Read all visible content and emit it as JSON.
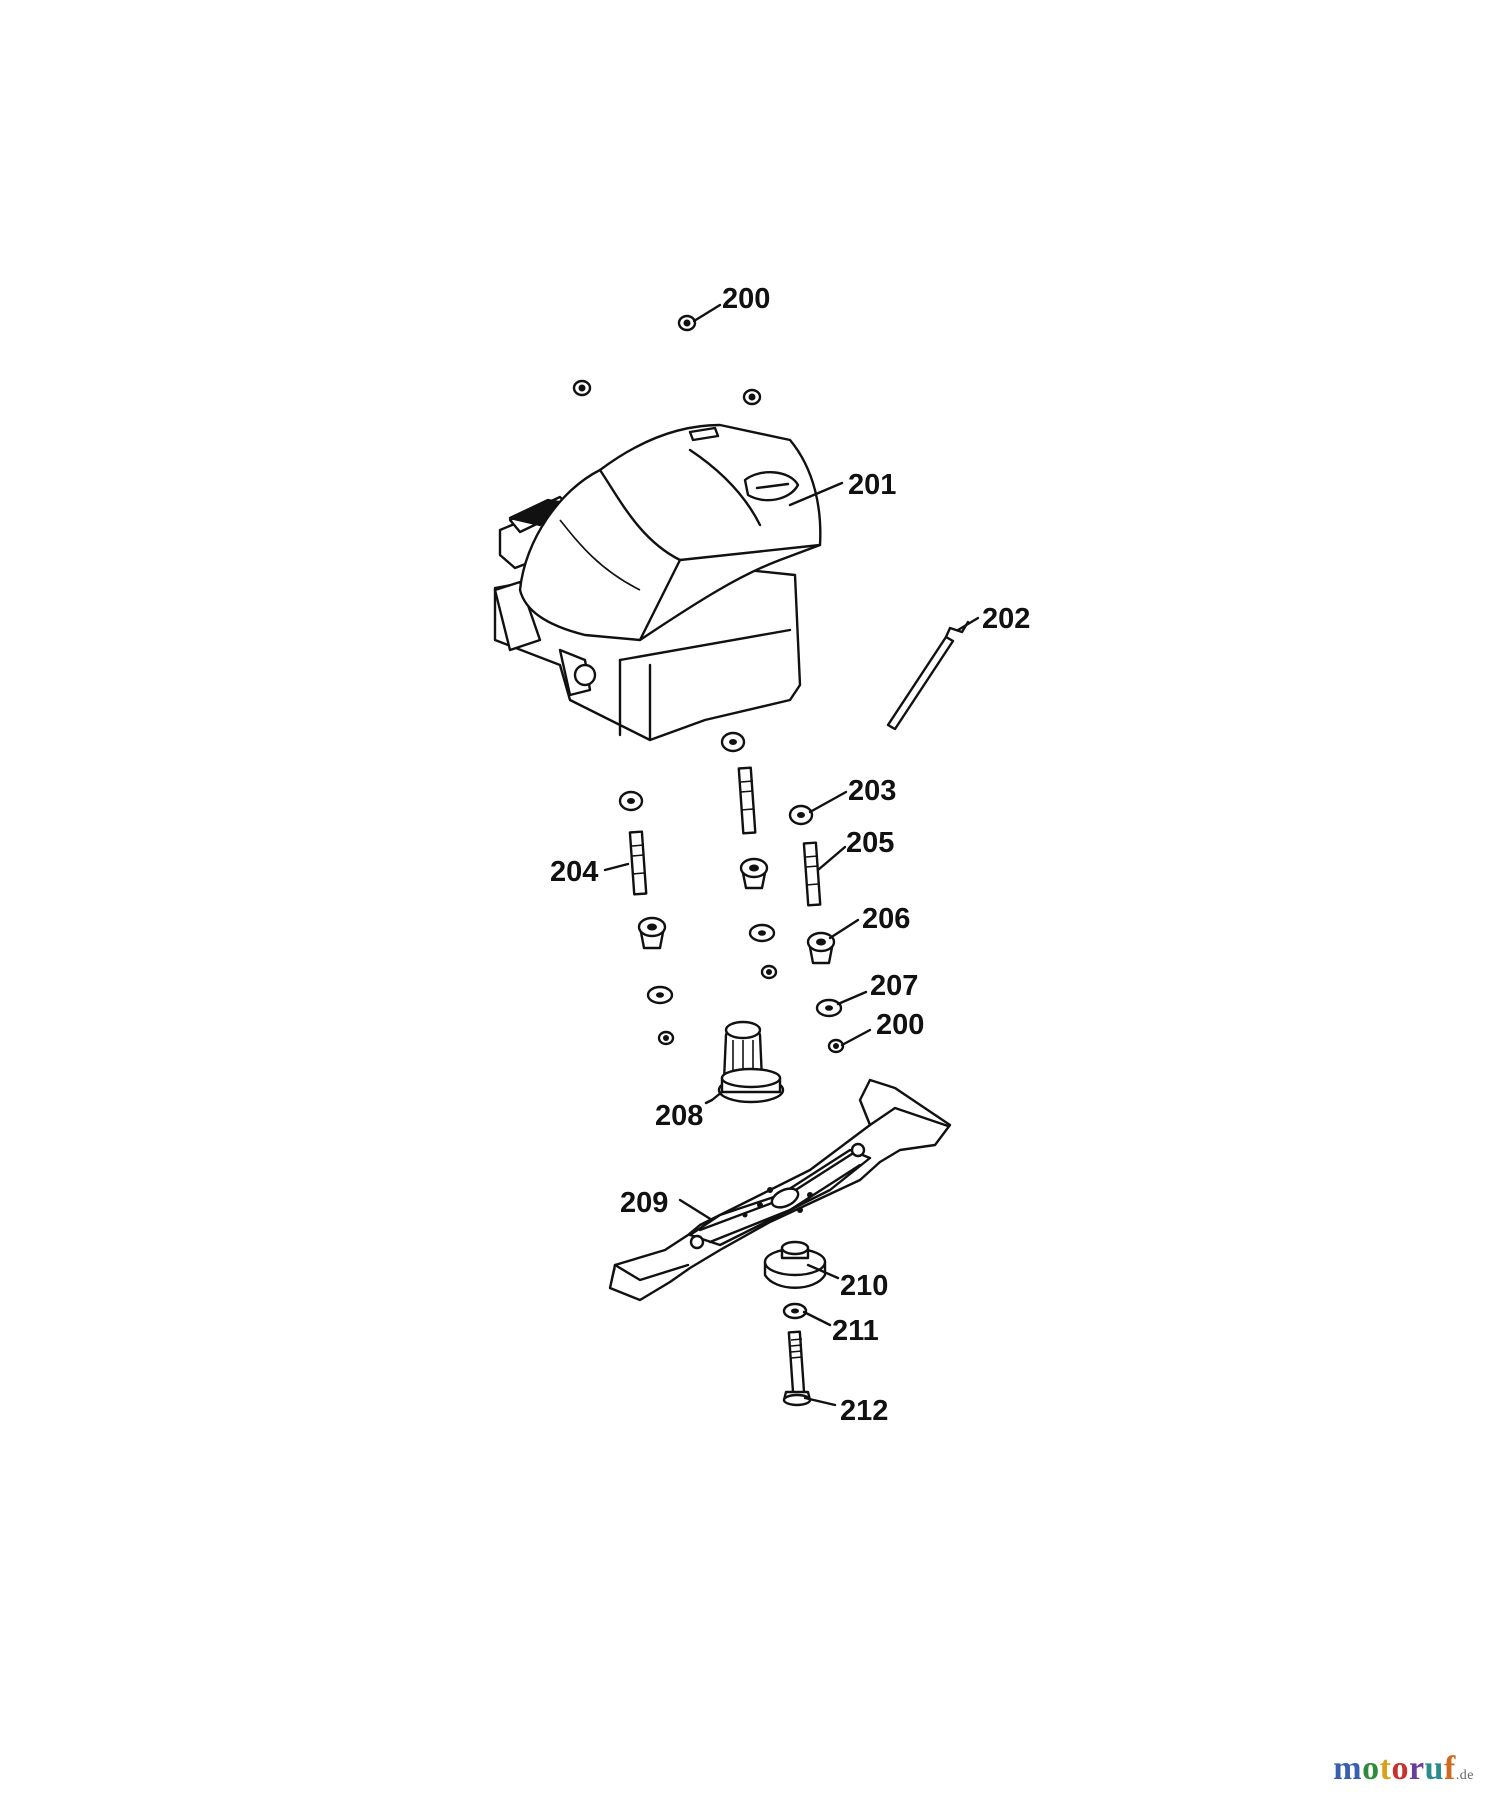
{
  "callouts": {
    "c200a": "200",
    "c201": "201",
    "c202": "202",
    "c203": "203",
    "c204": "204",
    "c205": "205",
    "c206": "206",
    "c207": "207",
    "c200b": "200",
    "c208": "208",
    "c209": "209",
    "c210": "210",
    "c211": "211",
    "c212": "212"
  },
  "watermark": {
    "letters": [
      "m",
      "o",
      "t",
      "o",
      "r",
      "u",
      "f"
    ],
    "colors": [
      "#3b5fb0",
      "#2e8b3a",
      "#d8a21a",
      "#c8322e",
      "#6a3d9a",
      "#2e8b8b",
      "#d06a1e"
    ],
    "tld": ".de"
  }
}
